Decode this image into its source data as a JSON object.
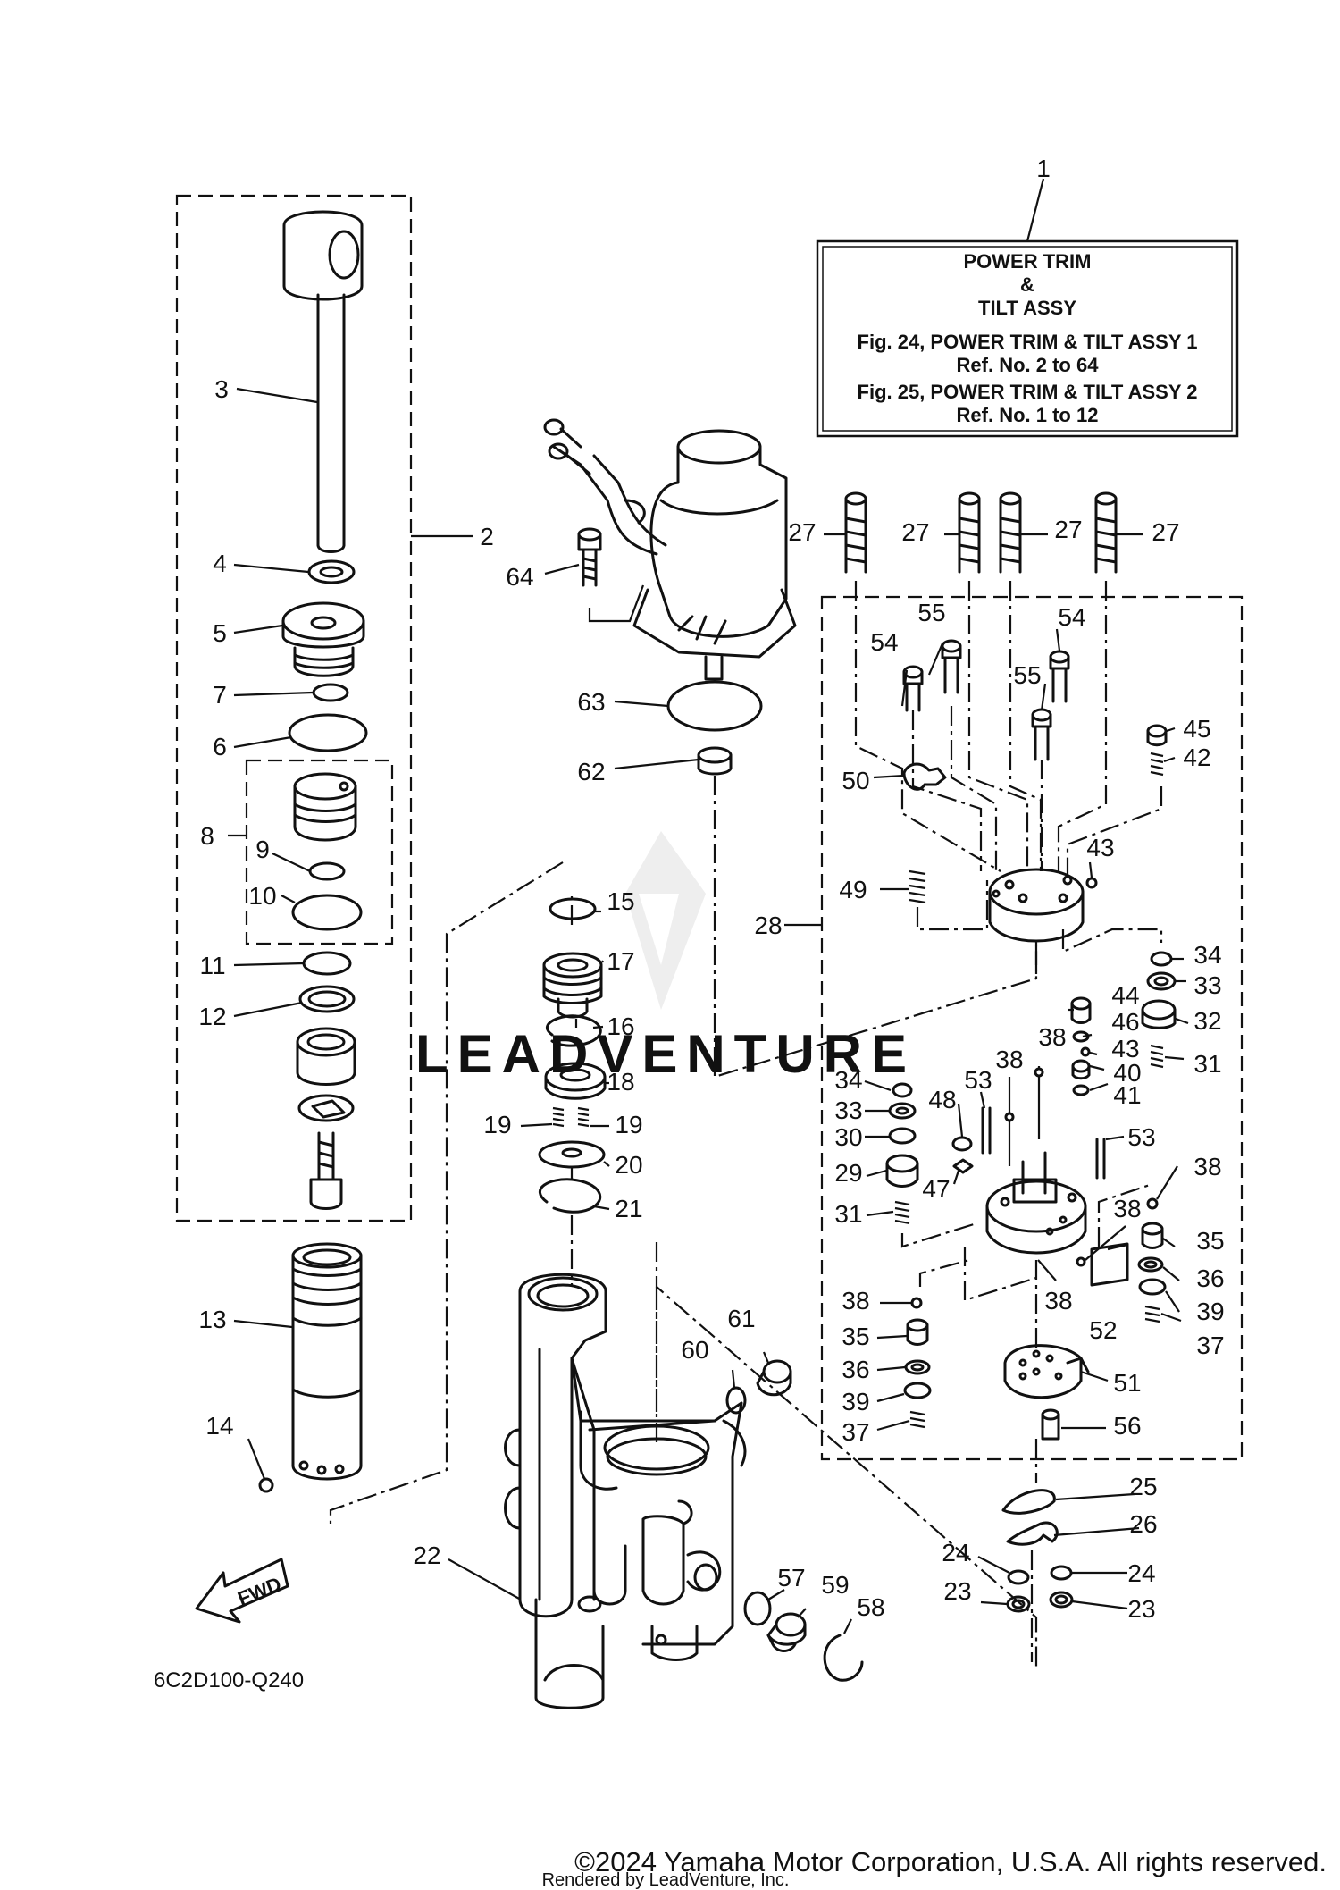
{
  "title_box": {
    "title_line1": "POWER TRIM",
    "title_line2": "&",
    "title_line3": "TILT ASSY",
    "fig24": "Fig. 24, POWER TRIM & TILT ASSY 1",
    "fig24_ref": "Ref. No. 2 to 64",
    "fig25": "Fig. 25, POWER TRIM & TILT ASSY 2",
    "fig25_ref": "Ref. No. 1 to 12"
  },
  "callouts": {
    "c1": "1",
    "c2": "2",
    "c3": "3",
    "c4": "4",
    "c5": "5",
    "c6": "6",
    "c7": "7",
    "c8": "8",
    "c9": "9",
    "c10": "10",
    "c11": "11",
    "c12": "12",
    "c13": "13",
    "c14": "14",
    "c15": "15",
    "c16": "16",
    "c17": "17",
    "c18": "18",
    "c19": "19",
    "c20": "20",
    "c21": "21",
    "c22": "22",
    "c23": "23",
    "c24": "24",
    "c25": "25",
    "c26": "26",
    "c27": "27",
    "c28": "28",
    "c29": "29",
    "c30": "30",
    "c31": "31",
    "c32": "32",
    "c33": "33",
    "c34": "34",
    "c35": "35",
    "c36": "36",
    "c37": "37",
    "c38": "38",
    "c39": "39",
    "c40": "40",
    "c41": "41",
    "c42": "42",
    "c43": "43",
    "c44": "44",
    "c45": "45",
    "c46": "46",
    "c47": "47",
    "c48": "48",
    "c49": "49",
    "c50": "50",
    "c51": "51",
    "c52": "52",
    "c53": "53",
    "c54": "54",
    "c55": "55",
    "c56": "56",
    "c57": "57",
    "c58": "58",
    "c59": "59",
    "c60": "60",
    "c61": "61",
    "c62": "62",
    "c63": "63",
    "c64": "64"
  },
  "fwd_label": "FWD",
  "diagram_code": "6C2D100-Q240",
  "watermark": "LEADVENTURE",
  "copyright": "©2024 Yamaha Motor Corporation, U.S.A. All rights reserved.",
  "rendered_by": "Rendered by LeadVenture, Inc."
}
